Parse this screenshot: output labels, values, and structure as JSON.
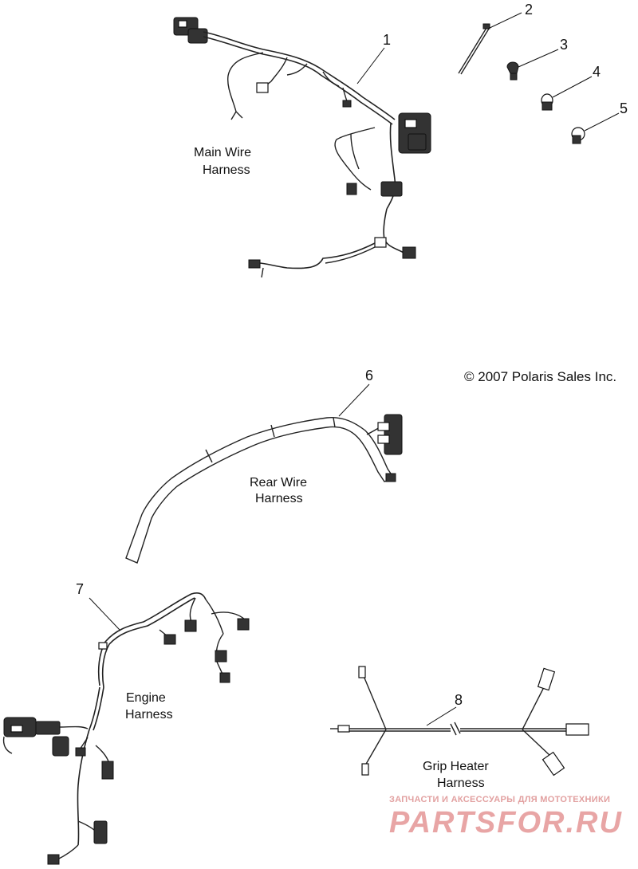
{
  "callouts": [
    "1",
    "2",
    "3",
    "4",
    "5",
    "6",
    "7",
    "8"
  ],
  "labels": {
    "main_line1": "Main Wire",
    "main_line2": "Harness",
    "rear_line1": "Rear Wire",
    "rear_line2": "Harness",
    "engine_line1": "Engine",
    "engine_line2": "Harness",
    "grip_line1": "Grip Heater",
    "grip_line2": "Harness"
  },
  "copyright": "© 2007 Polaris Sales Inc.",
  "watermark": {
    "small": "ЗАПЧАСТИ И АКСЕССУАРЫ ДЛЯ МОТОТЕХНИКИ",
    "big": "PARTSFOR.RU"
  }
}
